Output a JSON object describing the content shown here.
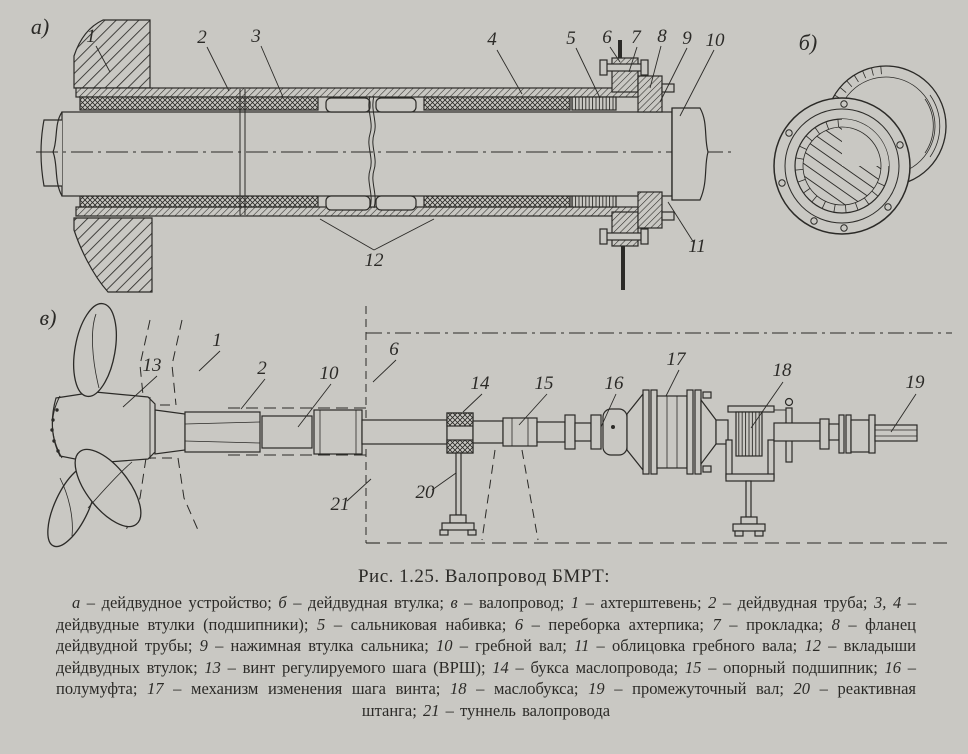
{
  "page": {
    "paper_color": "#c9c8c3",
    "ink_color": "#2b2a27"
  },
  "caption": "Рис. 1.25. Валопровод БМРТ:",
  "figure": {
    "section_a_label": "а)",
    "section_b_label": "б)",
    "section_v_label": "в)",
    "callouts_a": {
      "c1": "1",
      "c2": "2",
      "c3": "3",
      "c4": "4",
      "c5": "5",
      "c6": "6",
      "c7": "7",
      "c8": "8",
      "c9": "9",
      "c10": "10",
      "c11": "11",
      "c12": "12"
    },
    "callouts_v": {
      "c1": "1",
      "c2": "2",
      "c6": "6",
      "c10": "10",
      "c13": "13",
      "c14": "14",
      "c15": "15",
      "c16": "16",
      "c17": "17",
      "c18": "18",
      "c19": "19",
      "c20": "20",
      "c21": "21"
    }
  },
  "legend": {
    "dash": " – ",
    "separator": ";",
    "entries": [
      {
        "key": "а",
        "text": "дейдвудное устройство"
      },
      {
        "key": "б",
        "text": "дейдвудная втулка"
      },
      {
        "key": "в",
        "text": "валопровод"
      },
      {
        "key": "1",
        "text": "ахтерштевень"
      },
      {
        "key": "2",
        "text": "дейдвудная труба"
      },
      {
        "key": "3, 4",
        "text": "дейдвудные втулки (подшипники)"
      },
      {
        "key": "5",
        "text": "сальниковая набивка"
      },
      {
        "key": "6",
        "text": "переборка ахтерпика"
      },
      {
        "key": "7",
        "text": "прокладка"
      },
      {
        "key": "8",
        "text": "фланец дейдвудной трубы"
      },
      {
        "key": "9",
        "text": "нажимная втулка сальника"
      },
      {
        "key": "10",
        "text": "гребной вал"
      },
      {
        "key": "11",
        "text": "облицовка гребного вала"
      },
      {
        "key": "12",
        "text": "вкладыши дейдвудных втулок"
      },
      {
        "key": "13",
        "text": "винт регулируемого шага (ВРШ)"
      },
      {
        "key": "14",
        "text": "букса маслопровода"
      },
      {
        "key": "15",
        "text": "опорный подшипник"
      },
      {
        "key": "16",
        "text": "полумуфта"
      },
      {
        "key": "17",
        "text": "механизм изменения шага винта"
      },
      {
        "key": "18",
        "text": "маслобукса"
      },
      {
        "key": "19",
        "text": "промежуточный вал"
      },
      {
        "key": "20",
        "text": "реактивная штанга"
      },
      {
        "key": "21",
        "text": "туннель валопровода"
      }
    ]
  }
}
